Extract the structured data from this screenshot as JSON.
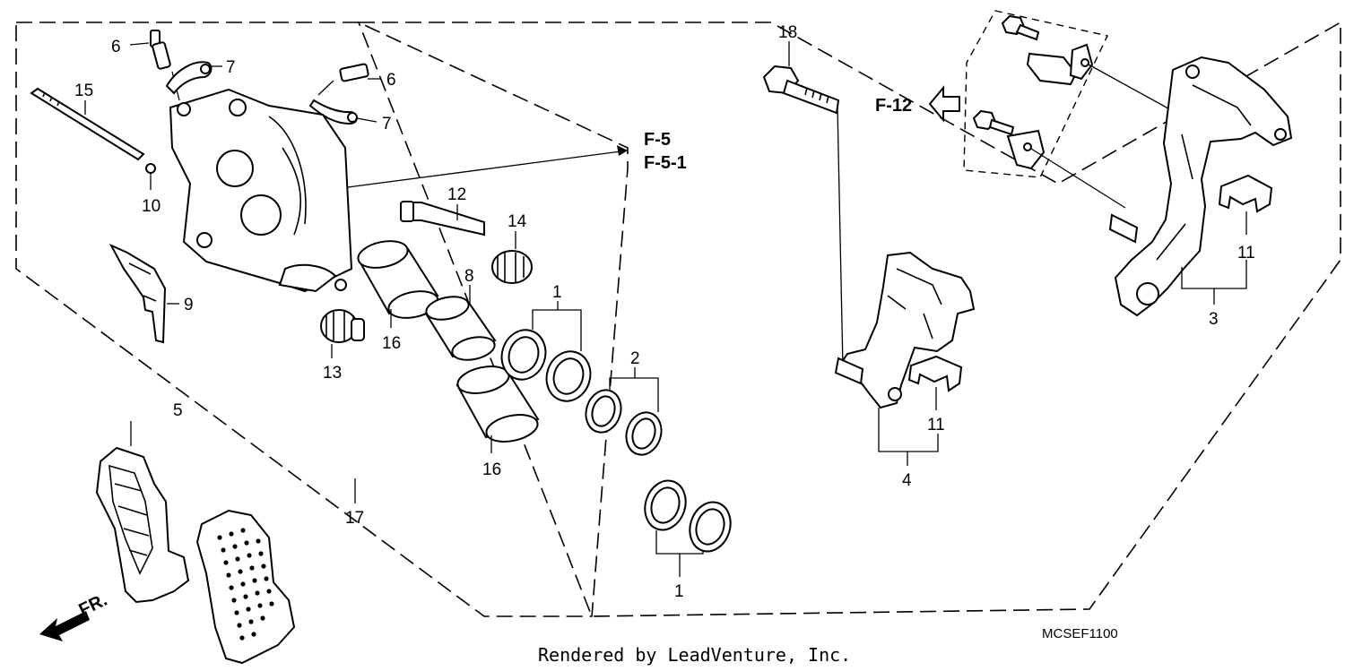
{
  "diagram": {
    "callouts": {
      "c1a": "1",
      "c1b": "1",
      "c2": "2",
      "c3": "3",
      "c4": "4",
      "c5": "5",
      "c6a": "6",
      "c6b": "6",
      "c7a": "7",
      "c7b": "7",
      "c8": "8",
      "c9": "9",
      "c10": "10",
      "c11a": "11",
      "c11b": "11",
      "c12": "12",
      "c13": "13",
      "c14": "14",
      "c15": "15",
      "c16a": "16",
      "c16b": "16",
      "c17": "17",
      "c18": "18"
    },
    "references": {
      "f5": "F-5",
      "f51": "F-5-1",
      "f12": "F-12",
      "front": "FR."
    },
    "diagram_code": "MCSEF1100",
    "credit": "Rendered by LeadVenture, Inc."
  }
}
